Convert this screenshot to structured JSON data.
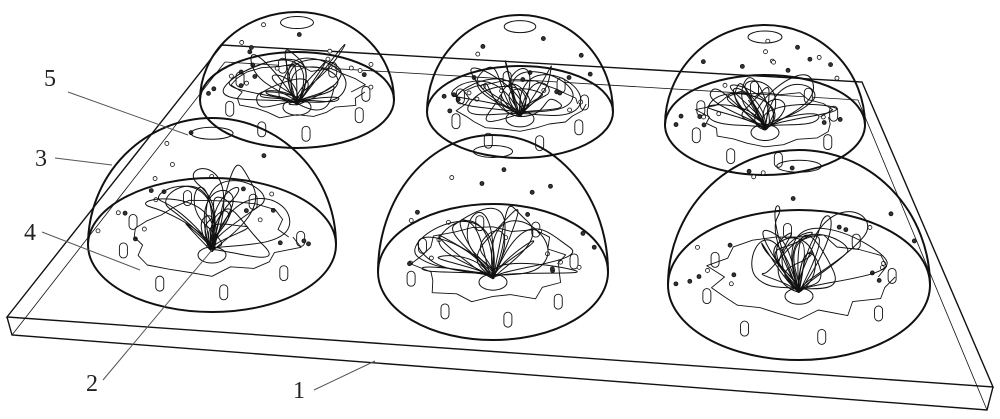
{
  "figure": {
    "labels": [
      {
        "id": "1",
        "text": "1",
        "part": "plate"
      },
      {
        "id": "2",
        "text": "2",
        "part": "plant"
      },
      {
        "id": "3",
        "text": "3",
        "part": "dome-cover"
      },
      {
        "id": "4",
        "text": "4",
        "part": "support-post"
      },
      {
        "id": "5",
        "text": "5",
        "part": "top-opening"
      }
    ],
    "dome_count": 6,
    "colors": {
      "line": "#111111",
      "leader": "#555555",
      "background": "#ffffff"
    }
  }
}
